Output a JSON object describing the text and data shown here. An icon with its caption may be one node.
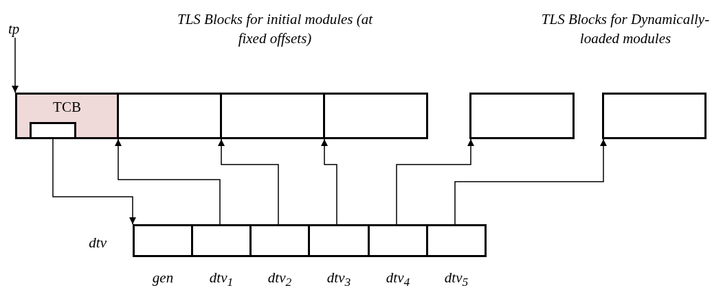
{
  "diagram": {
    "nodes": [
      {
        "text": [
          "tp"
        ]
      },
      {
        "text": [
          "TCB"
        ]
      },
      {
        "text": [],
        "shape": "box",
        "in": 1
      },
      {
        "text": [],
        "shape": "box"
      },
      {
        "text": [],
        "shape": "box"
      },
      {
        "text": [],
        "shape": "box"
      },
      {
        "text": [],
        "shape": "box"
      },
      {
        "text": [],
        "shape": "box"
      },
      {
        "text": [],
        "shape": "box",
        "beside": [
          "gen"
        ]
      },
      {
        "text": [],
        "shape": "box",
        "beside": [
          "dtv$_{1}$"
        ]
      },
      {
        "text": [],
        "shape": "box",
        "beside": [
          "dtv$_{2}$"
        ]
      },
      {
        "text": [],
        "shape": "box",
        "beside": [
          "dtv$_{3}$"
        ]
      },
      {
        "text": [],
        "shape": "box",
        "beside": [
          "dtv$_{4}$"
        ]
      },
      {
        "text": [],
        "shape": "box",
        "beside": [
          "dtv$_{5}$"
        ]
      }
    ],
    "edges": [
      {
        "from": 0,
        "to": 1,
        "arrow": "to"
      },
      {
        "from": 2,
        "to": 8,
        "arrow": "to"
      },
      {
        "from": 9,
        "to": 3,
        "arrow": "to"
      },
      {
        "from": 10,
        "to": 4,
        "arrow": "to"
      },
      {
        "from": 11,
        "to": 5,
        "arrow": "to"
      },
      {
        "from": 12,
        "to": 6,
        "arrow": "to"
      },
      {
        "from": 13,
        "to": 7,
        "arrow": "to"
      }
    ],
    "labels": [
      "TLS Blocks for initial modules (at fixed offsets)",
      "TLS Blocks for Dynamically-loaded modules",
      "dtv"
    ]
  }
}
